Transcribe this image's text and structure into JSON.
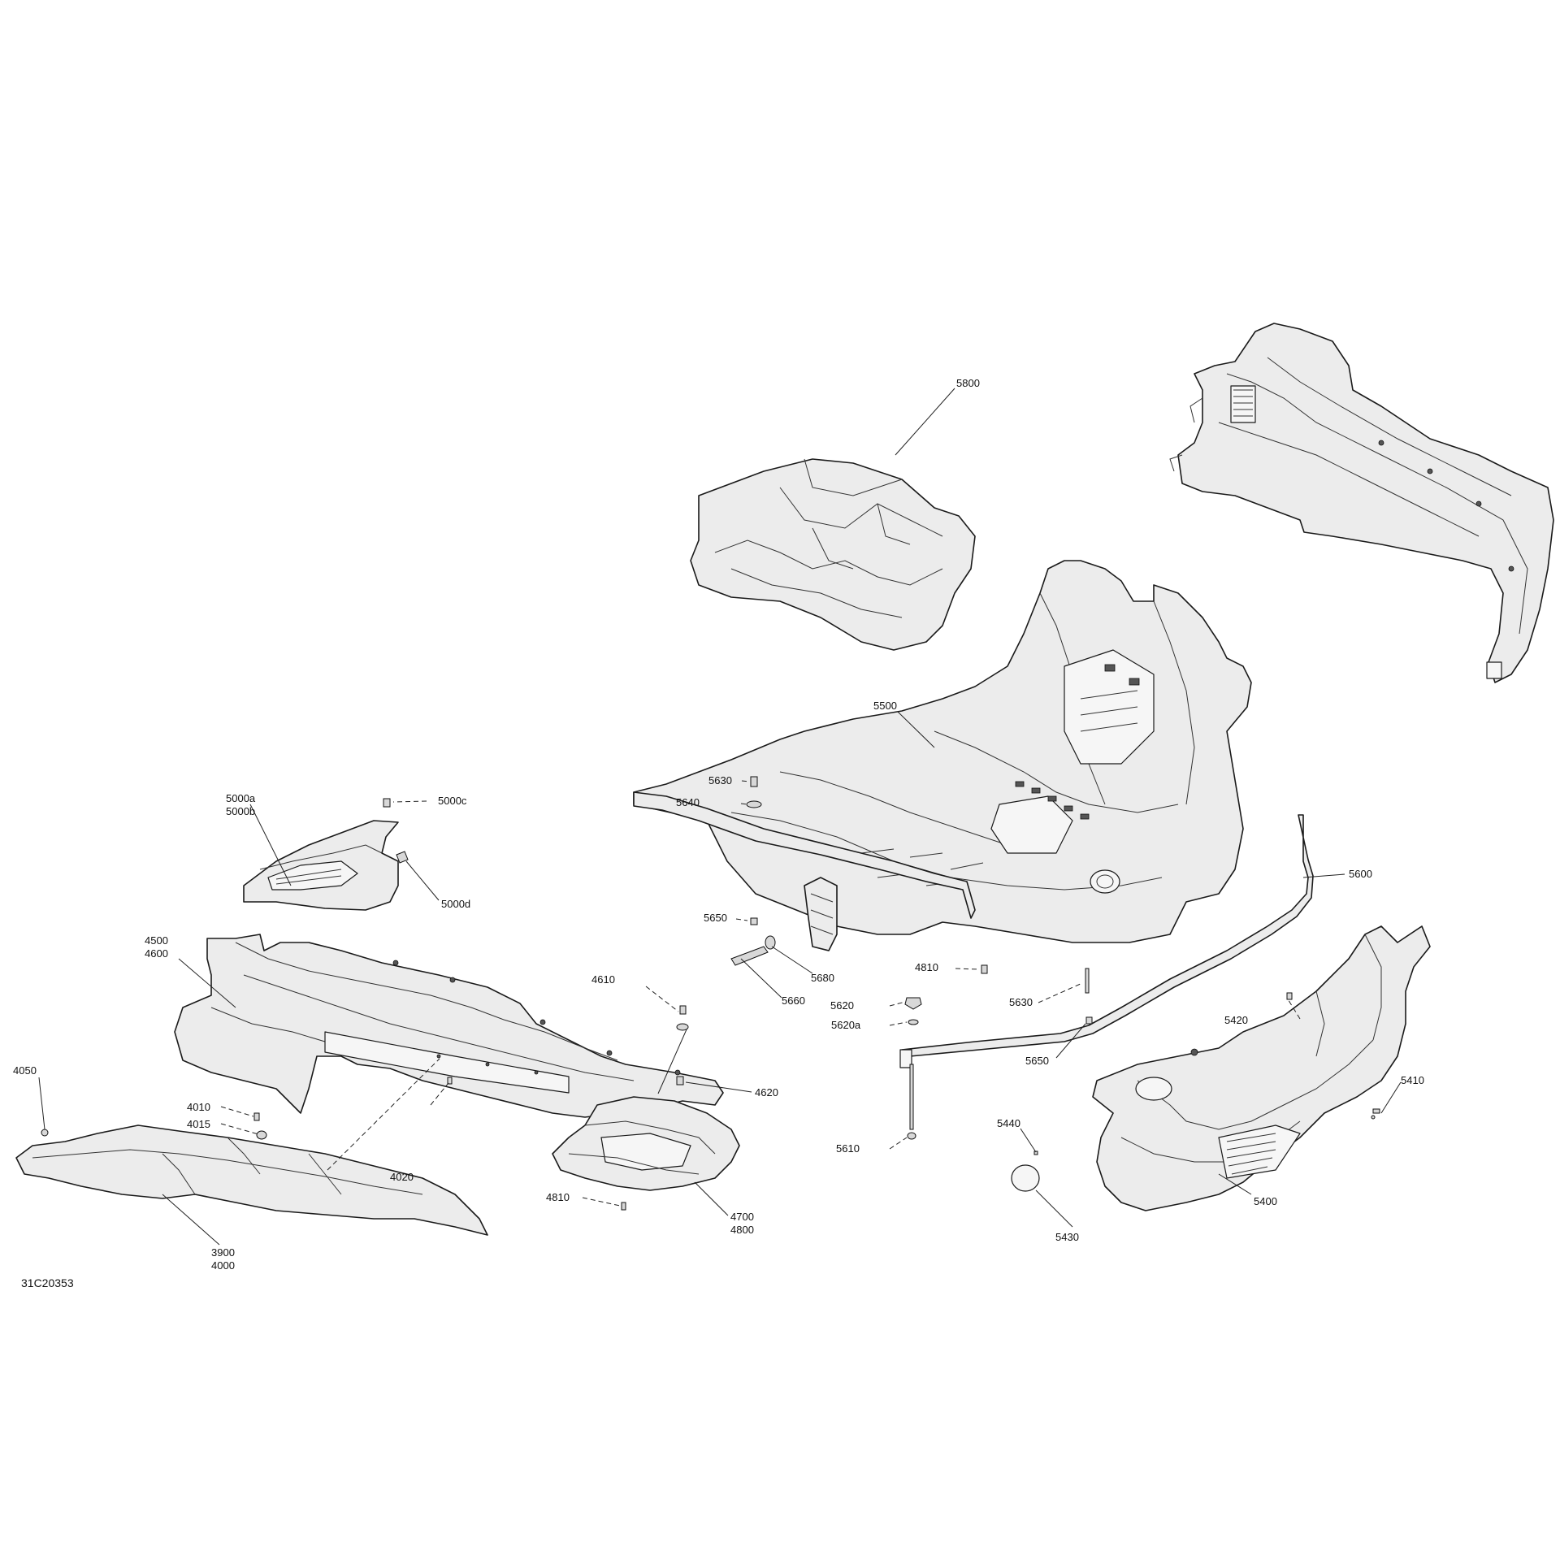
{
  "reference_code": "31C20353",
  "parts": {
    "p5800": "5800",
    "p5500": "5500",
    "p5630a": "5630",
    "p5640": "5640",
    "p5650a": "5650",
    "p5680": "5680",
    "p5660": "5660",
    "p4810a": "4810",
    "p5620": "5620",
    "p5620a": "5620a",
    "p5630b": "5630",
    "p5650b": "5650",
    "p5610": "5610",
    "p5600": "5600",
    "p5420": "5420",
    "p5410": "5410",
    "p5440": "5440",
    "p5430": "5430",
    "p5400": "5400",
    "p5000a": "5000a",
    "p5000b": "5000b",
    "p5000c": "5000c",
    "p5000d": "5000d",
    "p4500": "4500",
    "p4600": "4600",
    "p4610": "4610",
    "p4620": "4620",
    "p4050": "4050",
    "p4010": "4010",
    "p4015": "4015",
    "p4020": "4020",
    "p4810b": "4810",
    "p4700": "4700",
    "p4800": "4800",
    "p3900": "3900",
    "p4000": "4000"
  }
}
